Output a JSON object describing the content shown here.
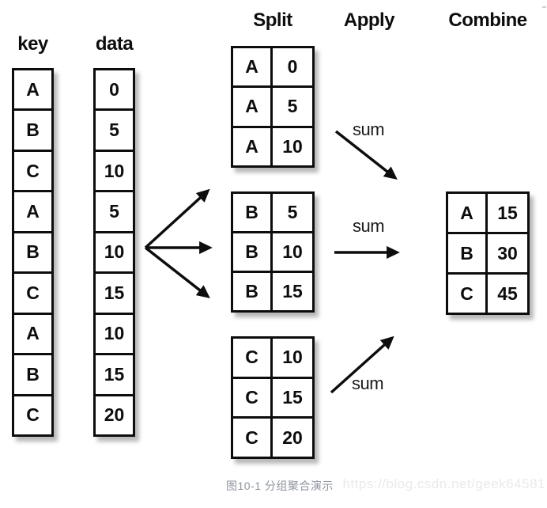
{
  "headers": {
    "key": "key",
    "data": "data",
    "split": "Split",
    "apply": "Apply",
    "combine": "Combine"
  },
  "source_table": {
    "key_values": [
      "A",
      "B",
      "C",
      "A",
      "B",
      "C",
      "A",
      "B",
      "C"
    ],
    "data_values": [
      "0",
      "5",
      "10",
      "5",
      "10",
      "15",
      "10",
      "15",
      "20"
    ]
  },
  "split_groups": [
    {
      "group": "A",
      "rows": [
        [
          "A",
          "0"
        ],
        [
          "A",
          "5"
        ],
        [
          "A",
          "10"
        ]
      ]
    },
    {
      "group": "B",
      "rows": [
        [
          "B",
          "5"
        ],
        [
          "B",
          "10"
        ],
        [
          "B",
          "15"
        ]
      ]
    },
    {
      "group": "C",
      "rows": [
        [
          "C",
          "10"
        ],
        [
          "C",
          "15"
        ],
        [
          "C",
          "20"
        ]
      ]
    }
  ],
  "apply": {
    "operation": "sum"
  },
  "combine_table": {
    "rows": [
      [
        "A",
        "15"
      ],
      [
        "B",
        "30"
      ],
      [
        "C",
        "45"
      ]
    ]
  },
  "footer": {
    "caption": "图10-1 分组聚合演示",
    "watermark": "https://blog.csdn.net/geek64581"
  },
  "colors": {
    "line": "#0d0d0d",
    "caption_gray": "#8e959e",
    "watermark_gray": "#e9eaec"
  }
}
